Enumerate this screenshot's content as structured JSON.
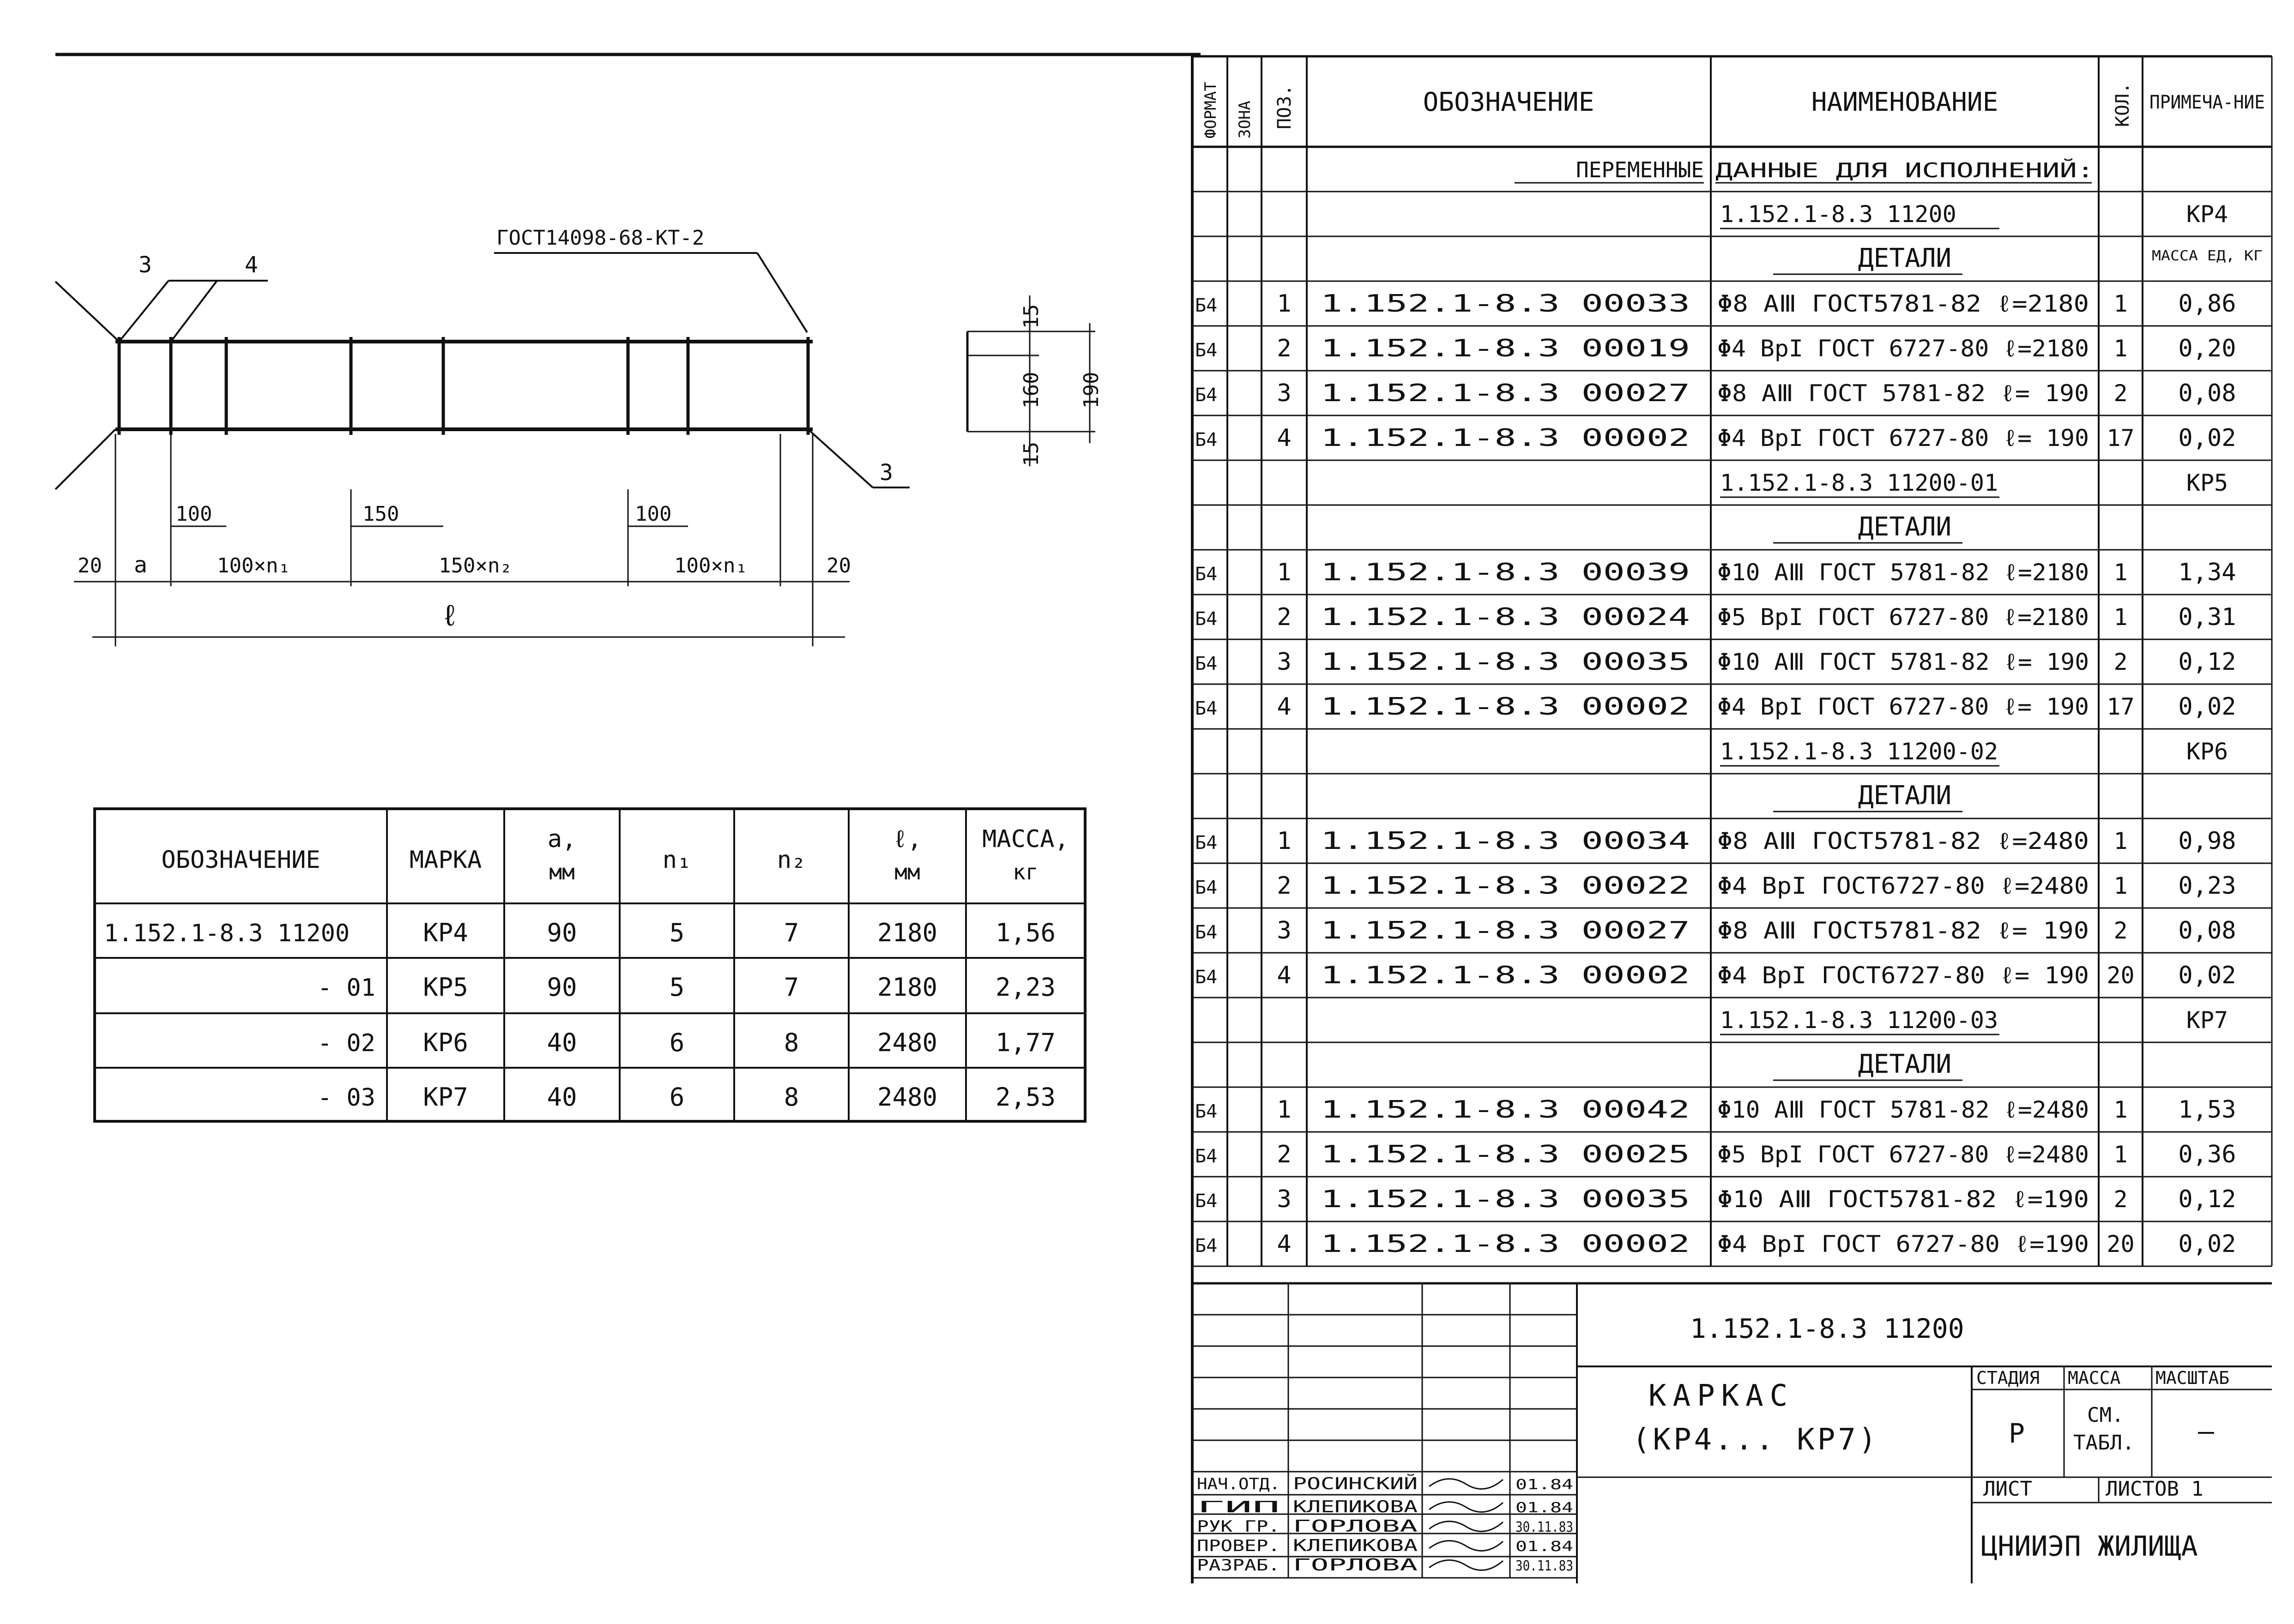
{
  "drawing": {
    "callouts": [
      "3",
      "4",
      "3"
    ],
    "gost_note": "ГОСТ14098-68-КТ-2",
    "dim_segments": [
      "100",
      "150",
      "100"
    ],
    "dim_labels": [
      "20",
      "a",
      "100×n₁",
      "150×n₂",
      "100×n₁",
      "20"
    ],
    "length_label": "ℓ",
    "section_dims": {
      "top": "15",
      "mid": "160",
      "bottom": "15",
      "total": "190"
    }
  },
  "variants_table": {
    "headers": [
      "ОБОЗНАЧЕНИЕ",
      "МАРКА",
      "a, мм",
      "n₁",
      "n₂",
      "ℓ, мм",
      "МАССА, кг"
    ],
    "rows": [
      [
        "1.152.1-8.3 11200",
        "КР4",
        "90",
        "5",
        "7",
        "2180",
        "1,56"
      ],
      [
        "- 01",
        "КР5",
        "90",
        "5",
        "7",
        "2180",
        "2,23"
      ],
      [
        "- 02",
        "КР6",
        "40",
        "6",
        "8",
        "2480",
        "1,77"
      ],
      [
        "- 03",
        "КР7",
        "40",
        "6",
        "8",
        "2480",
        "2,53"
      ]
    ]
  },
  "spec": {
    "headers": {
      "format": "ФОРМАТ",
      "zone": "ЗОНА",
      "pos": "ПОЗ.",
      "designation": "ОБОЗНАЧЕНИЕ",
      "name": "НАИМЕНОВАНИЕ",
      "qty": "КОЛ.",
      "note": "ПРИМЕЧА-НИЕ"
    },
    "rows": [
      {
        "t": "h",
        "d": "ПЕРЕМЕННЫЕ",
        "n": "ДАННЫЕ ДЛЯ ИСПОЛНЕНИЙ:"
      },
      {
        "t": "v",
        "n": "1.152.1-8.3 11200",
        "r": "КР4"
      },
      {
        "t": "s",
        "n": "ДЕТАЛИ",
        "r": "МАССА ЕД, КГ"
      },
      {
        "t": "i",
        "f": "Б4",
        "p": "1",
        "d": "1.152.1-8.3 00033",
        "n": "Φ8 AⅢ ГОСТ5781-82 ℓ=2180",
        "q": "1",
        "r": "0,86"
      },
      {
        "t": "i",
        "f": "Б4",
        "p": "2",
        "d": "1.152.1-8.3 00019",
        "n": "Φ4 BpI ГОСТ 6727-80 ℓ=2180",
        "q": "1",
        "r": "0,20"
      },
      {
        "t": "i",
        "f": "Б4",
        "p": "3",
        "d": "1.152.1-8.3 00027",
        "n": "Φ8 AⅢ ГОСТ 5781-82 ℓ= 190",
        "q": "2",
        "r": "0,08"
      },
      {
        "t": "i",
        "f": "Б4",
        "p": "4",
        "d": "1.152.1-8.3 00002",
        "n": "Φ4 BpI ГОСТ 6727-80 ℓ= 190",
        "q": "17",
        "r": "0,02"
      },
      {
        "t": "v",
        "n": "1.152.1-8.3 11200-01",
        "r": "КР5"
      },
      {
        "t": "s",
        "n": "ДЕТАЛИ",
        "r": ""
      },
      {
        "t": "i",
        "f": "Б4",
        "p": "1",
        "d": "1.152.1-8.3 00039",
        "n": "Φ10 AⅢ ГОСТ 5781-82 ℓ=2180",
        "q": "1",
        "r": "1,34"
      },
      {
        "t": "i",
        "f": "Б4",
        "p": "2",
        "d": "1.152.1-8.3 00024",
        "n": "Φ5 BpI ГОСТ 6727-80 ℓ=2180",
        "q": "1",
        "r": "0,31"
      },
      {
        "t": "i",
        "f": "Б4",
        "p": "3",
        "d": "1.152.1-8.3 00035",
        "n": "Φ10 AⅢ ГОСТ 5781-82 ℓ= 190",
        "q": "2",
        "r": "0,12"
      },
      {
        "t": "i",
        "f": "Б4",
        "p": "4",
        "d": "1.152.1-8.3 00002",
        "n": "Φ4 BpI ГОСТ 6727-80 ℓ= 190",
        "q": "17",
        "r": "0,02"
      },
      {
        "t": "v",
        "n": "1.152.1-8.3 11200-02",
        "r": "КР6"
      },
      {
        "t": "s",
        "n": "ДЕТАЛИ",
        "r": ""
      },
      {
        "t": "i",
        "f": "Б4",
        "p": "1",
        "d": "1.152.1-8.3 00034",
        "n": "Φ8 AⅢ ГОСТ5781-82 ℓ=2480",
        "q": "1",
        "r": "0,98"
      },
      {
        "t": "i",
        "f": "Б4",
        "p": "2",
        "d": "1.152.1-8.3 00022",
        "n": "Φ4 BpI ГОСТ6727-80 ℓ=2480",
        "q": "1",
        "r": "0,23"
      },
      {
        "t": "i",
        "f": "Б4",
        "p": "3",
        "d": "1.152.1-8.3 00027",
        "n": "Φ8 AⅢ ГОСТ5781-82 ℓ= 190",
        "q": "2",
        "r": "0,08"
      },
      {
        "t": "i",
        "f": "Б4",
        "p": "4",
        "d": "1.152.1-8.3 00002",
        "n": "Φ4 BpI ГОСТ6727-80 ℓ= 190",
        "q": "20",
        "r": "0,02"
      },
      {
        "t": "v",
        "n": "1.152.1-8.3 11200-03",
        "r": "КР7"
      },
      {
        "t": "s",
        "n": "ДЕТАЛИ",
        "r": ""
      },
      {
        "t": "i",
        "f": "Б4",
        "p": "1",
        "d": "1.152.1-8.3 00042",
        "n": "Φ10 AⅢ ГОСТ 5781-82 ℓ=2480",
        "q": "1",
        "r": "1,53"
      },
      {
        "t": "i",
        "f": "Б4",
        "p": "2",
        "d": "1.152.1-8.3 00025",
        "n": "Φ5 BpI ГОСТ 6727-80 ℓ=2480",
        "q": "1",
        "r": "0,36"
      },
      {
        "t": "i",
        "f": "Б4",
        "p": "3",
        "d": "1.152.1-8.3 00035",
        "n": "Φ10 AⅢ ГОСТ5781-82 ℓ=190",
        "q": "2",
        "r": "0,12"
      },
      {
        "t": "i",
        "f": "Б4",
        "p": "4",
        "d": "1.152.1-8.3 00002",
        "n": "Φ4 BpI ГОСТ 6727-80 ℓ=190",
        "q": "20",
        "r": "0,02"
      }
    ]
  },
  "title_block": {
    "code": "1.152.1-8.3  11200",
    "title_line1": "КАРКАС",
    "title_line2": "(КР4... КР7)",
    "stage_label": "СТАДИЯ",
    "mass_label": "МАССА",
    "scale_label": "МАСШТАБ",
    "stage_value": "Р",
    "mass_value_1": "СМ.",
    "mass_value_2": "ТАБЛ.",
    "scale_value": "—",
    "sheet_label": "ЛИСТ",
    "sheets_label": "ЛИСТОВ 1",
    "org": "ЦНИИЭП ЖИЛИЩА",
    "signers": [
      {
        "role": "НАЧ.ОТД.",
        "name": "РОСИНСКИЙ",
        "date": "01.84"
      },
      {
        "role": "ГИП",
        "name": "КЛЕПИКОВА",
        "date": "01.84"
      },
      {
        "role": "РУК ГР.",
        "name": "ГОРЛОВА",
        "date": "30.11.83"
      },
      {
        "role": "ПРОВЕР.",
        "name": "КЛЕПИКОВА",
        "date": "01.84"
      },
      {
        "role": "РАЗРАБ.",
        "name": "ГОРЛОВА",
        "date": "30.11.83"
      }
    ]
  }
}
